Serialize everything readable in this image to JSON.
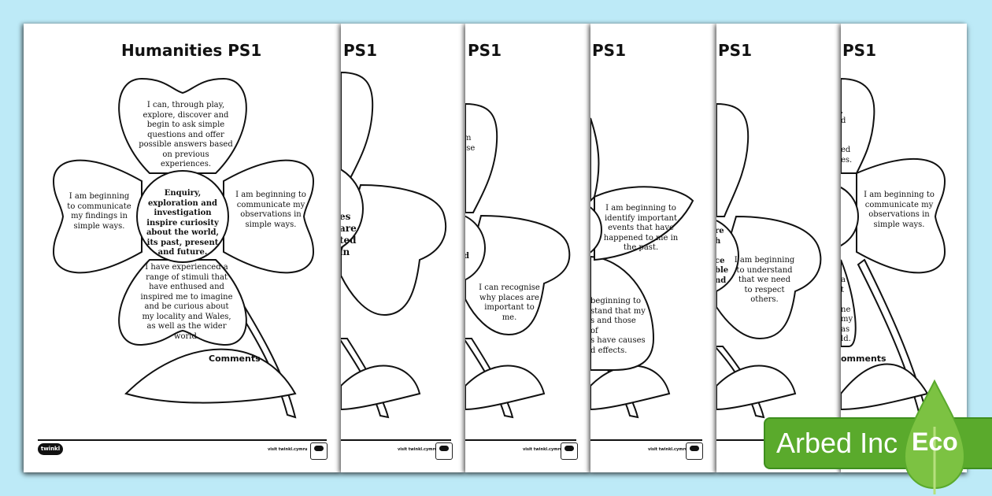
{
  "background_color": "#bdeaf7",
  "pages": [
    {
      "title": "Humanities PS1",
      "centre": "Enquiry, exploration and investigation inspire curiosity about the world, its past, present and future.",
      "petals": {
        "top": "I can, through play, explore, discover and begin to ask simple questions and offer possible answers based on previous experiences.",
        "left": "I am beginning to communicate my findings in simple ways.",
        "right": "I am beginning to communicate my observations in simple ways.",
        "bottom": "I have experienced a range of stimuli that have enthused and inspired me to imagine and be curious about my locality and Wales, as well as the wider world."
      },
      "comments_label": "Comments",
      "logo": "twinkl",
      "footer_url": "visit twinkl.cymru"
    },
    {
      "title_fragment": "PS1",
      "centre_fragment": "es are ted in",
      "footer_url": "visit twinkl.cymru"
    },
    {
      "title_fragment": "PS1",
      "petal_fragments": [
        "m",
        "ise",
        "d"
      ],
      "right_petal": "I can recognise why places are important to me.",
      "footer_url": "visit twinkl.cymru"
    },
    {
      "title_fragment": "PS1",
      "right_petal": "I am beginning to identify important events that have happened to me in the past.",
      "bottom_petal_fragment": "beginning to stand that my s and those of s have causes d effects.",
      "footer_url": "visit twinkl.cymru"
    },
    {
      "title_fragment": "PS1",
      "centre_fragment": "re h ce ble nd",
      "right_petal": "I am beginning to understand that we need to respect others.",
      "footer_url": "visit twinkl.cymru"
    },
    {
      "title_fragment": "PS1",
      "right_petal": "I am beginning to communicate my observations in simple ways.",
      "top_petal_fragment": "d ed es.",
      "bottom_petal_fragment": "a t ne my as ld.",
      "comments_fragment": "omments"
    }
  ],
  "badge": {
    "brand": "Arbed Inc",
    "label": "Eco",
    "color": "#5aaa2c",
    "leaf_color": "#7cc242"
  }
}
